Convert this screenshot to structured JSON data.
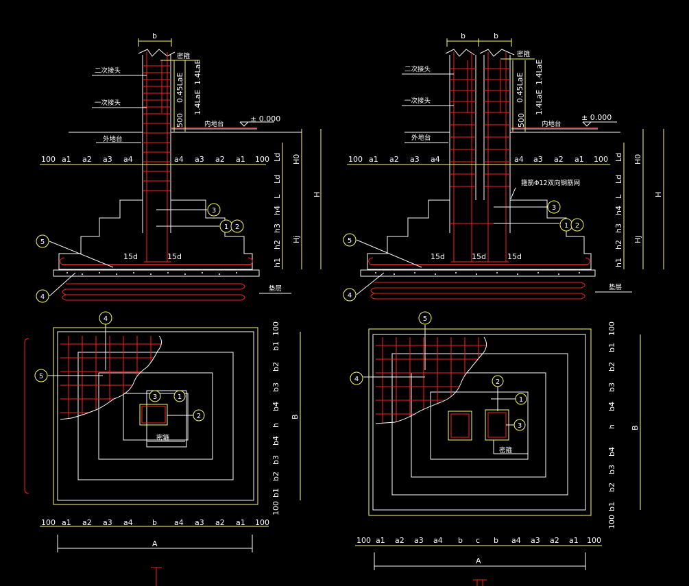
{
  "labels": {
    "b": "b",
    "c": "c",
    "h": "h",
    "A": "A",
    "B": "B",
    "H": "H",
    "H0": "H0",
    "Hj": "Hj",
    "L": "L",
    "Ld": "Ld",
    "dense_stirrup": "密箍",
    "second_splice": "二次接头",
    "first_splice": "一次接头",
    "outer_cap": "外地台",
    "inner_cap": "内地台",
    "cushion": "垫层",
    "elevation": "± 0.000",
    "lap_14LaE": "1.4LaE",
    "lap_045LaE": "0.45LaE",
    "len_500": "500",
    "hook_15d": "15d",
    "tie_note": "箍筋Φ12双向钢筋网",
    "dims": [
      "100",
      "a1",
      "a2",
      "a3",
      "a4",
      "a4",
      "a3",
      "a2",
      "a1",
      "100"
    ],
    "dims_plan1": [
      "100",
      "a1",
      "a2",
      "a3",
      "a4",
      "b",
      "a4",
      "a3",
      "a2",
      "a1",
      "100"
    ],
    "dims_plan2": [
      "100",
      "a1",
      "a2",
      "a3",
      "a4",
      "b",
      "c",
      "b",
      "a4",
      "a3",
      "a2",
      "a1",
      "100"
    ],
    "heights": [
      "h1",
      "h2",
      "h3",
      "h4"
    ],
    "vert_b": [
      "100",
      "b1",
      "b2",
      "b3",
      "b4",
      "h",
      "b4",
      "b3",
      "b2",
      "b1",
      "100"
    ],
    "bubbles": [
      "1",
      "2",
      "3",
      "4",
      "5"
    ],
    "roman1": "I",
    "roman2": "II"
  }
}
